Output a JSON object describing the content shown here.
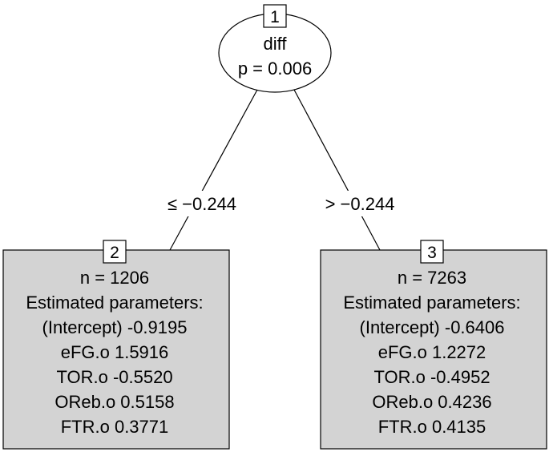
{
  "tree": {
    "root": {
      "id": "1",
      "variable": "diff",
      "p_value": "p = 0.006"
    },
    "edges": {
      "left": "≤ −0.244",
      "right": "> −0.244"
    },
    "leaves": [
      {
        "id": "2",
        "n": "n = 1206",
        "header": "Estimated parameters:",
        "params": [
          "(Intercept) -0.9195",
          "eFG.o 1.5916",
          "TOR.o -0.5520",
          "OReb.o 0.5158",
          "FTR.o 0.3771"
        ]
      },
      {
        "id": "3",
        "n": "n = 7263",
        "header": "Estimated parameters:",
        "params": [
          "(Intercept) -0.6406",
          "eFG.o 1.2272",
          "TOR.o -0.4952",
          "OReb.o 0.4236",
          "FTR.o 0.4135"
        ]
      }
    ]
  },
  "colors": {
    "leaf_fill": "#d3d3d3",
    "stroke": "#000000",
    "background": "#ffffff"
  }
}
